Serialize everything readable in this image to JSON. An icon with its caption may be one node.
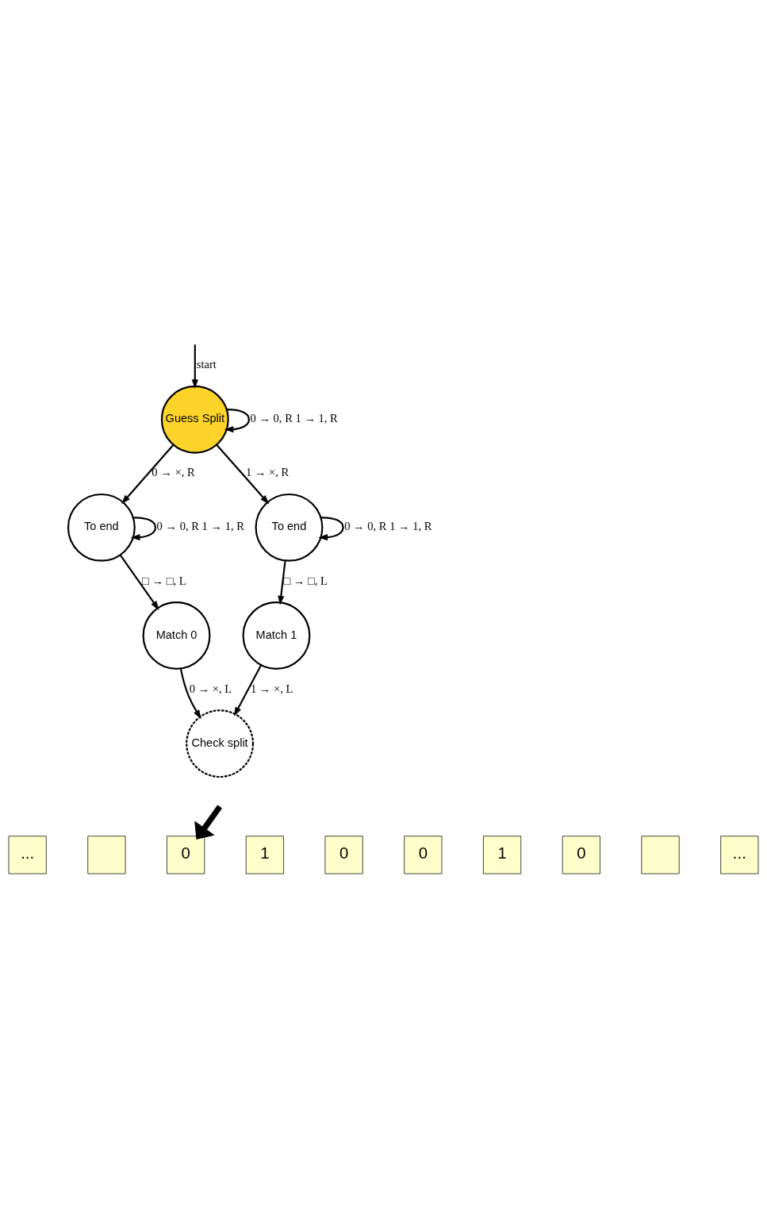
{
  "diagram": {
    "nodes": [
      {
        "text": [
          "Guess Split"
        ]
      },
      {
        "text": [
          "To end"
        ]
      },
      {
        "text": [
          "Match 0"
        ]
      },
      {
        "text": [
          "To end"
        ]
      },
      {
        "text": [
          "Match 1"
        ]
      },
      {
        "text": [
          "Check split"
        ]
      },
      {
        "text": [
          "..."
        ]
      },
      {
        "text": [],
        "shape": "box"
      },
      {
        "text": [
          "0"
        ]
      },
      {
        "text": [
          "1"
        ]
      },
      {
        "text": [
          "0"
        ]
      },
      {
        "text": [
          "0"
        ]
      },
      {
        "text": [
          "1"
        ]
      },
      {
        "text": [
          "0"
        ]
      },
      {
        "text": [],
        "shape": "box"
      },
      {
        "text": [
          "..."
        ]
      }
    ],
    "edges": [
      {
        "from": null,
        "to": 0,
        "arrow": "to",
        "label": "start"
      },
      {
        "from": 0,
        "to": 0,
        "arrow": "to",
        "label": "0 → 0, R 1 → 1, R"
      },
      {
        "from": 0,
        "to": 1,
        "arrow": "to",
        "label": "0 → ×, R"
      },
      {
        "from": 0,
        "to": 3,
        "arrow": "to",
        "label": "1 → ×, R"
      },
      {
        "from": 1,
        "to": 1,
        "arrow": "to",
        "label": "0 → 0, R 1 → 1, R"
      },
      {
        "from": 1,
        "to": 2,
        "arrow": "to",
        "label": "□ → □, L"
      },
      {
        "from": 3,
        "to": 3,
        "arrow": "to",
        "label": "0 → 0, R 1 → 1, R"
      },
      {
        "from": 3,
        "to": 4,
        "arrow": "to",
        "label": "□ → □, L"
      },
      {
        "from": 2,
        "to": 5,
        "arrow": "to",
        "label": "0 → ×, L"
      },
      {
        "from": 4,
        "to": 5,
        "arrow": "to",
        "label": "1 → ×, L"
      },
      {
        "from": null,
        "to": 8,
        "arrow": "to",
        "style": "thick"
      }
    ]
  }
}
